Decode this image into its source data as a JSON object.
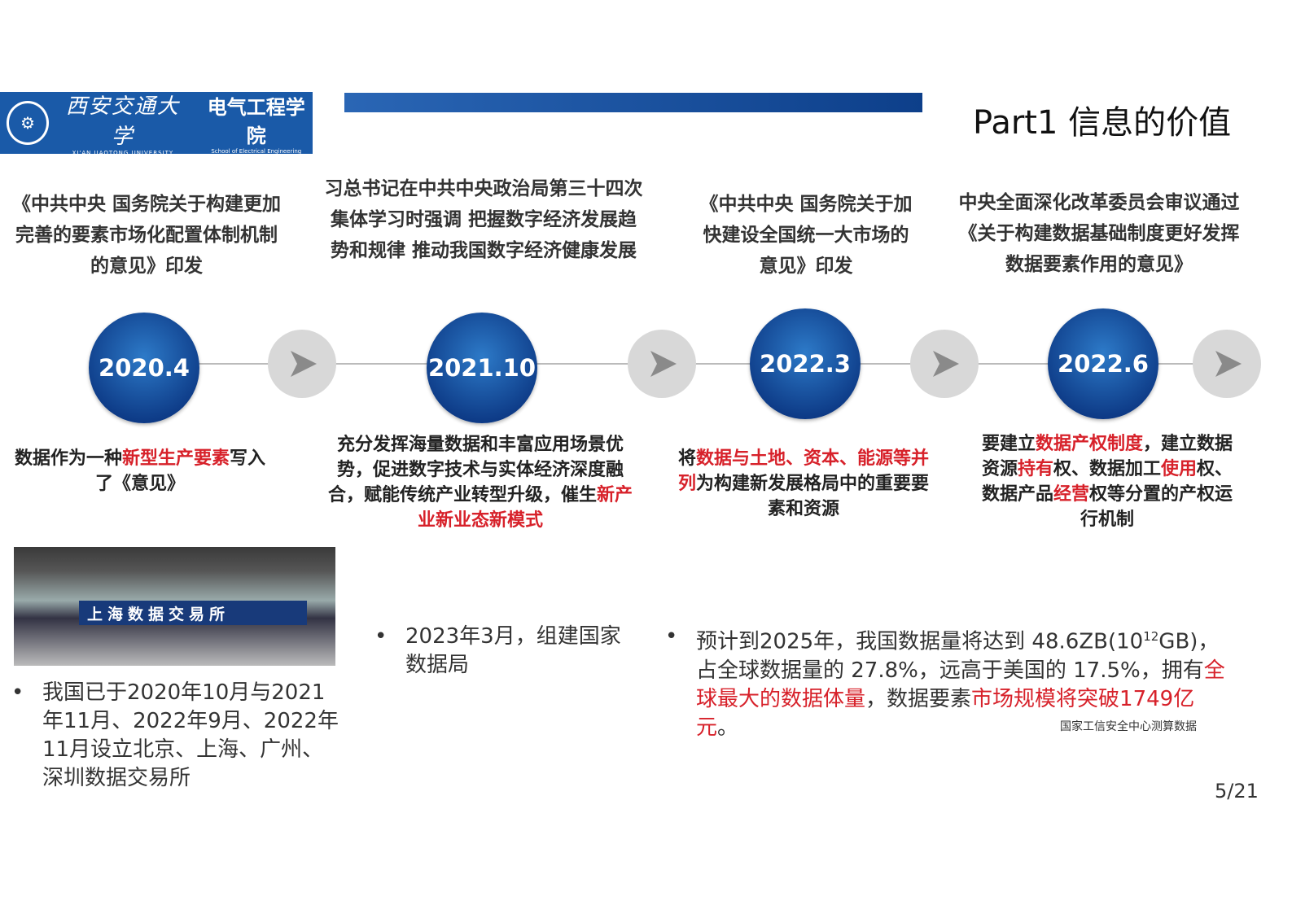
{
  "header": {
    "logo_university_cn": "西安交通大学",
    "logo_university_en": "XI'AN JIAOTONG UNIVERSITY",
    "logo_school_cn": "电气工程学院",
    "logo_school_en": "School of Electrical Engineering",
    "title": "Part1 信息的价值"
  },
  "timeline": [
    {
      "date": "2020.4",
      "top": "《中共中央 国务院关于构建更加完善的要素市场化配置体制机制的意见》印发",
      "desc": [
        {
          "t": "数据作为一种"
        },
        {
          "t": "新型生产要素",
          "red": true
        },
        {
          "t": "写入了《意见》"
        }
      ]
    },
    {
      "date": "2021.10",
      "top": "习总书记在中共中央政治局第三十四次集体学习时强调 把握数字经济发展趋势和规律 推动我国数字经济健康发展",
      "desc": [
        {
          "t": "充分发挥海量数据和丰富应用场景优势，促进数字技术与实体经济深度融合，赋能传统产业转型升级，催生"
        },
        {
          "t": "新产业新业态新模式",
          "red": true
        }
      ]
    },
    {
      "date": "2022.3",
      "top": "《中共中央 国务院关于加快建设全国统一大市场的意见》印发",
      "desc": [
        {
          "t": "将"
        },
        {
          "t": "数据与土地、资本、能源等并列",
          "red": true
        },
        {
          "t": "为构建新发展格局中的重要要素和资源"
        }
      ]
    },
    {
      "date": "2022.6",
      "top": "中央全面深化改革委员会审议通过《关于构建数据基础制度更好发挥数据要素作用的意见》",
      "desc": [
        {
          "t": "要建立"
        },
        {
          "t": "数据产权制度",
          "red": true
        },
        {
          "t": "，建立数据资源"
        },
        {
          "t": "持有",
          "red": true
        },
        {
          "t": "权、数据加工"
        },
        {
          "t": "使用",
          "red": true
        },
        {
          "t": "权、数据产品"
        },
        {
          "t": "经营",
          "red": true
        },
        {
          "t": "权等分置的产权运行机制"
        }
      ]
    }
  ],
  "photo": {
    "sign": "上海数据交易所"
  },
  "bottom": {
    "b1": "我国已于2020年10月与2021年11月、2022年9月、2022年11月设立北京、上海、广州、深圳数据交易所",
    "b2": "2023年3月，组建国家数据局",
    "b3a": "预计到2025年，我国数据量将达到 48.6ZB(10",
    "b3sup": "12",
    "b3b": "GB)，占全球数据量的 27.8%，远高于美国的 17.5%，拥有",
    "b3red1": "全球最大的数据体量",
    "b3c": "，数据要素",
    "b3red2": "市场规模将突破1749亿元",
    "b3d": "。",
    "source": "国家工信安全中心测算数据"
  },
  "page": "5/21",
  "colors": {
    "accent": "#1a5aa8",
    "highlight": "#d7212a"
  }
}
